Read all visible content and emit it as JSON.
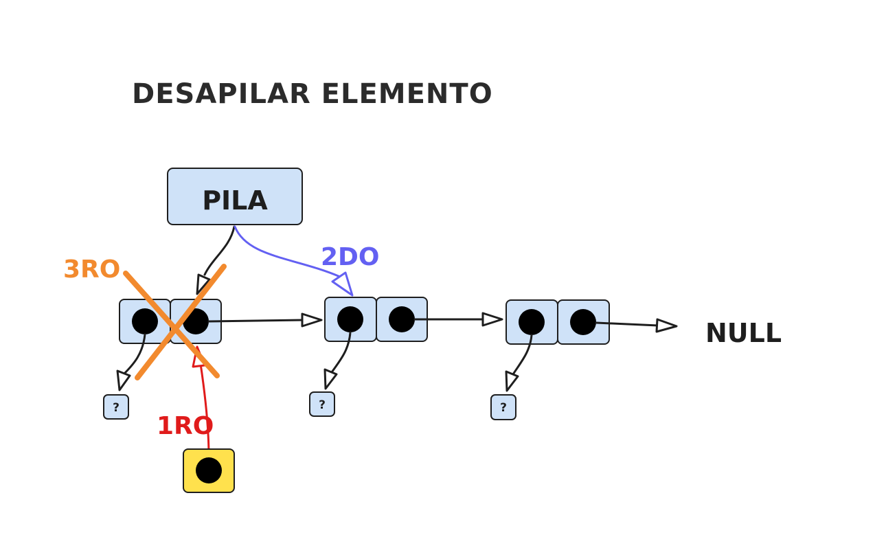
{
  "title": "DESAPILAR ELEMENTO",
  "stack_label": "PILA",
  "null_label": "NULL",
  "unknown_value": "?",
  "steps": {
    "first": {
      "label": "1RO",
      "color": "#e01b1b"
    },
    "second": {
      "label": "2DO",
      "color": "#6360f2"
    },
    "third": {
      "label": "3RO",
      "color": "#f28a2e"
    }
  },
  "colors": {
    "node_fill": "#cfe2f8",
    "aux_pointer_fill": "#ffe14d",
    "stroke": "#1e1e1e"
  },
  "nodes": [
    {
      "id": "node-1",
      "value": "?",
      "removed": true
    },
    {
      "id": "node-2",
      "value": "?",
      "removed": false
    },
    {
      "id": "node-3",
      "value": "?",
      "removed": false
    }
  ]
}
